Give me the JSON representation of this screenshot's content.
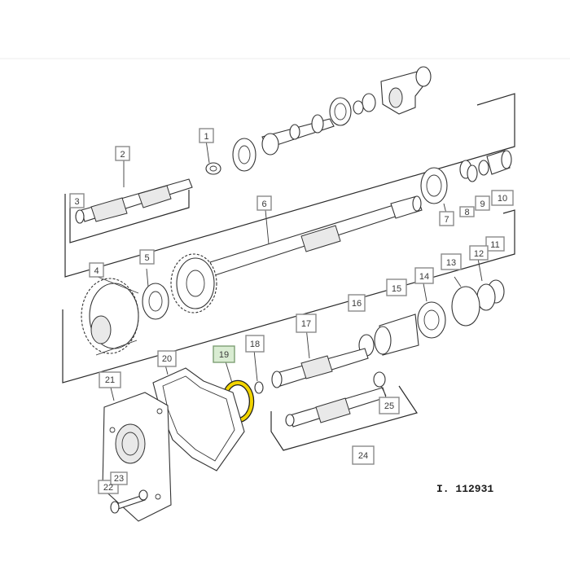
{
  "diagram": {
    "reference_code": "I. 112931",
    "highlight_color": "#f2d400",
    "highlighted_part": "19",
    "callouts": [
      {
        "id": "c1",
        "label": "1"
      },
      {
        "id": "c2",
        "label": "2"
      },
      {
        "id": "c3",
        "label": "3"
      },
      {
        "id": "c4",
        "label": "4"
      },
      {
        "id": "c5",
        "label": "5"
      },
      {
        "id": "c6",
        "label": "6"
      },
      {
        "id": "c7",
        "label": "7"
      },
      {
        "id": "c8",
        "label": "8"
      },
      {
        "id": "c9",
        "label": "9"
      },
      {
        "id": "c10",
        "label": "10"
      },
      {
        "id": "c11",
        "label": "11"
      },
      {
        "id": "c12",
        "label": "12"
      },
      {
        "id": "c13",
        "label": "13"
      },
      {
        "id": "c14",
        "label": "14"
      },
      {
        "id": "c15",
        "label": "15"
      },
      {
        "id": "c16",
        "label": "16"
      },
      {
        "id": "c17",
        "label": "17"
      },
      {
        "id": "c18",
        "label": "18"
      },
      {
        "id": "c19",
        "label": "19"
      },
      {
        "id": "c20",
        "label": "20"
      },
      {
        "id": "c21",
        "label": "21"
      },
      {
        "id": "c22",
        "label": "22"
      },
      {
        "id": "c23",
        "label": "23"
      },
      {
        "id": "c24",
        "label": "24"
      },
      {
        "id": "c25",
        "label": "25"
      }
    ]
  }
}
